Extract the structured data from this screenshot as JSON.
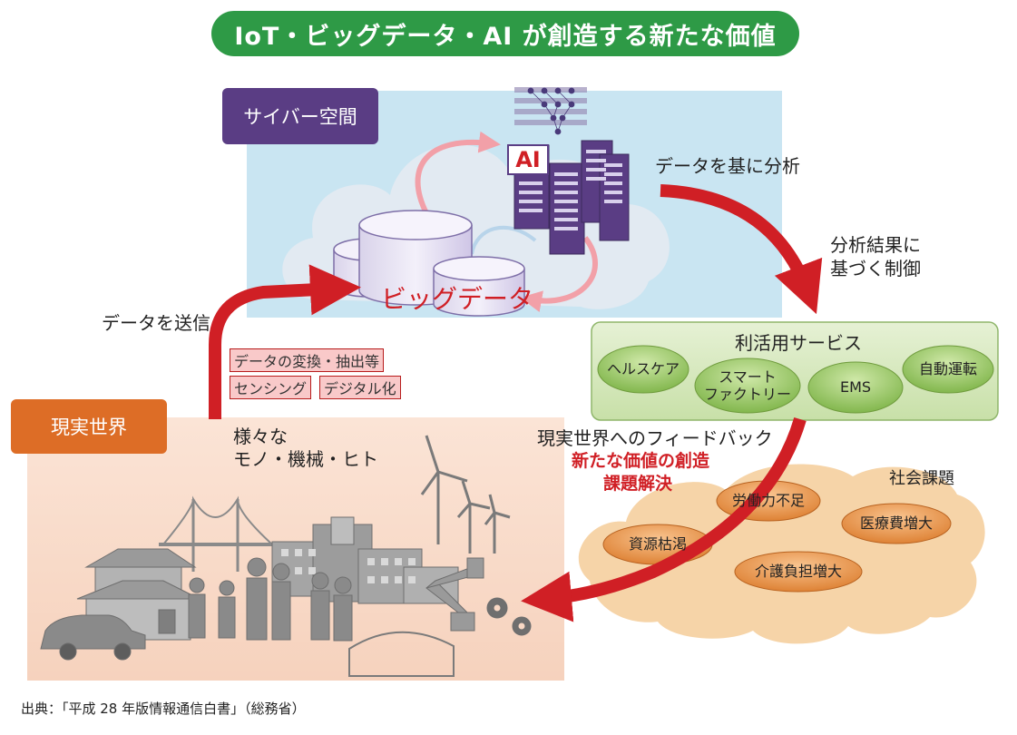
{
  "title": "IoT・ビッグデータ・AI が創造する新たな価値",
  "cyber_space": {
    "label": "サイバー空間",
    "ai_label": "AI",
    "bigdata_label": "ビッグデータ"
  },
  "real_world": {
    "label": "現実世界",
    "things": [
      "様々な",
      "モノ・機械・ヒト"
    ]
  },
  "flows": {
    "send_data": "データを送信",
    "analyze": "データを基に分析",
    "control": [
      "分析結果に",
      "基づく制御"
    ],
    "feedback": "現実世界へのフィードバック",
    "value_creation": "新たな価値の創造",
    "problem_solving": "課題解決"
  },
  "processing_tags": [
    "データの変換・抽出等",
    "センシング",
    "デジタル化"
  ],
  "services": {
    "label": "利活用サービス",
    "items": [
      "ヘルスケア",
      "スマート\nファクトリー",
      "EMS",
      "自動運転"
    ]
  },
  "social_issues": {
    "label": "社会課題",
    "items": [
      "労働力不足",
      "医療費増大",
      "資源枯渇",
      "介護負担増大"
    ]
  },
  "source": "出典：「平成 28 年版情報通信白書」（総務省）"
}
